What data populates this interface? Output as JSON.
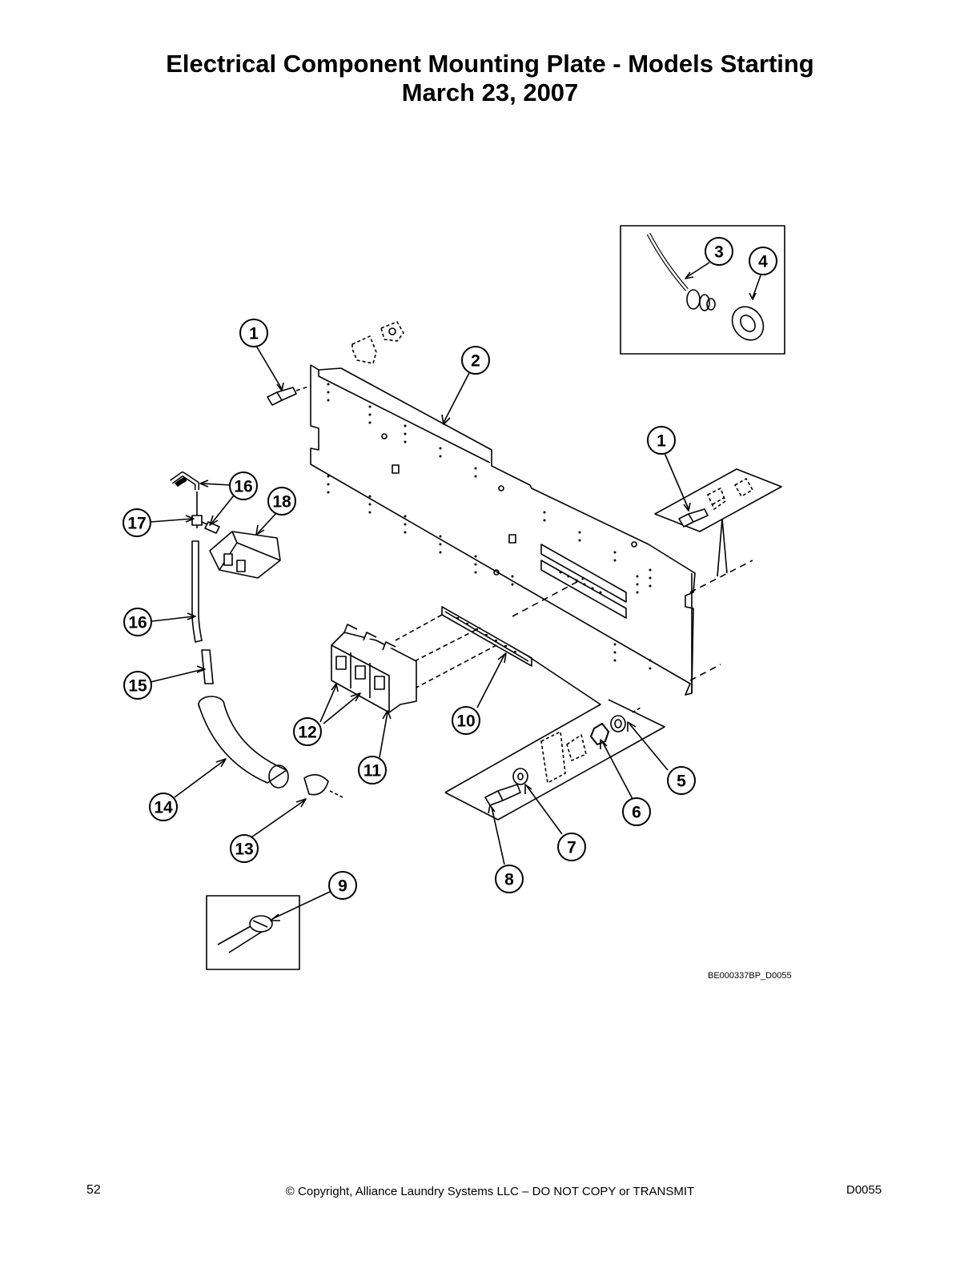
{
  "title": {
    "line1": "Electrical Component Mounting Plate - Models Starting",
    "line2": "March 23, 2007"
  },
  "callouts": [
    "1",
    "2",
    "3",
    "4",
    "1",
    "16",
    "18",
    "17",
    "16",
    "15",
    "12",
    "10",
    "11",
    "14",
    "13",
    "5",
    "6",
    "7",
    "8",
    "9"
  ],
  "drawing_code": "BE000337BP_D0055",
  "footer": {
    "page_number": "52",
    "copyright": "© Copyright, Alliance Laundry Systems LLC – DO NOT COPY or TRANSMIT",
    "doc_id": "D0055"
  }
}
